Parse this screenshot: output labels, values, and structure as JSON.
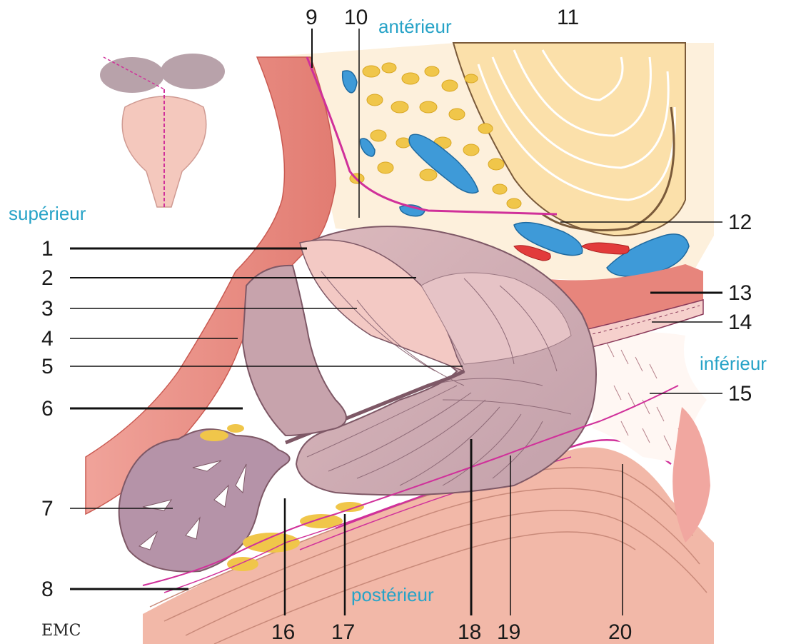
{
  "directions": {
    "anterior": "antérieur",
    "superior": "supérieur",
    "inferior": "inférieur",
    "posterior": "postérieur"
  },
  "labels": [
    "1",
    "2",
    "3",
    "4",
    "5",
    "6",
    "7",
    "8",
    "9",
    "10",
    "11",
    "12",
    "13",
    "14",
    "15",
    "16",
    "17",
    "18",
    "19",
    "20"
  ],
  "logo": "EMC",
  "colors": {
    "muscle": "#e7857c",
    "muscle_dark": "#d15a55",
    "gland": "#c9a9b0",
    "gland_light": "#e9c3c3",
    "vesicle": "#b593a8",
    "fat": "#f0c64a",
    "bone": "#fbe0aa",
    "vein": "#3e9ad8",
    "artery": "#e23b3b",
    "fascia": "#d0309a",
    "label_text": "#1a1a1a",
    "direction_text": "#27a3c7"
  }
}
